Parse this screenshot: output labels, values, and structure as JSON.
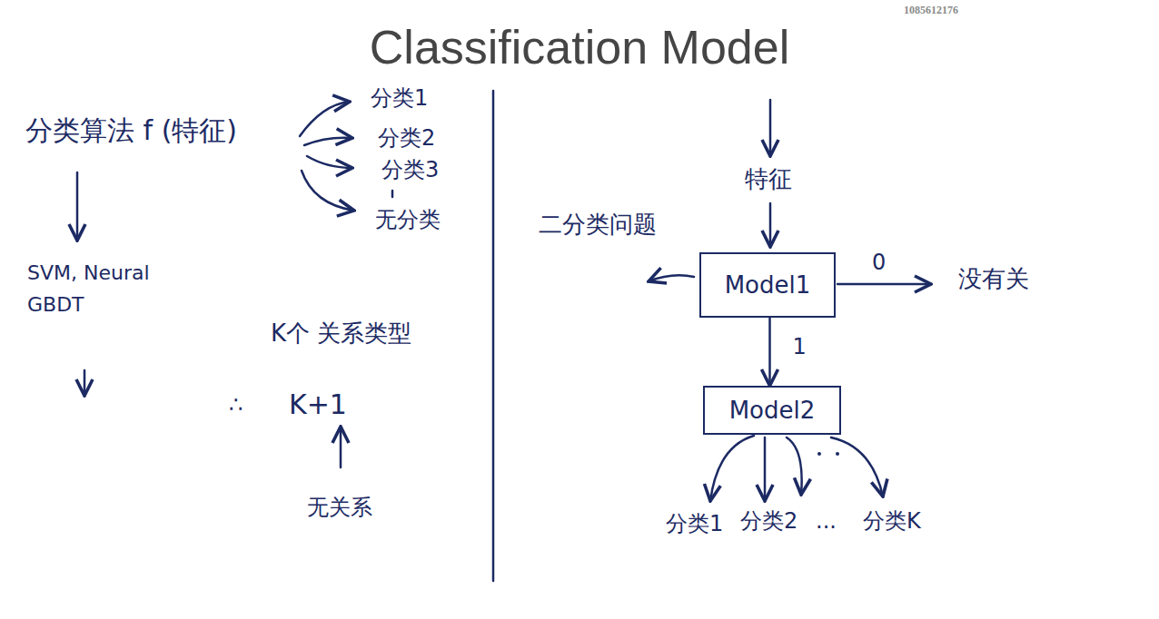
{
  "diagram": {
    "title": "Classification Model",
    "nodes": [
      {
        "text": [
          "Model1"
        ]
      },
      {
        "text": [
          "Model2"
        ]
      }
    ],
    "edges": [
      {
        "from": 0,
        "to": 1,
        "arrow": "to",
        "label": "1"
      }
    ],
    "labels": [
      "1085612176",
      "分类算法 f (特征)",
      "分类1",
      "分类2",
      "分类3",
      "无分类",
      "SVM, Neural GBDT",
      "K个 关系类型",
      "∴",
      "K+1",
      "无关系",
      "特征",
      "二分类问题",
      "0",
      "没有关",
      "分类1",
      "分类2",
      "...",
      "分类K"
    ]
  }
}
